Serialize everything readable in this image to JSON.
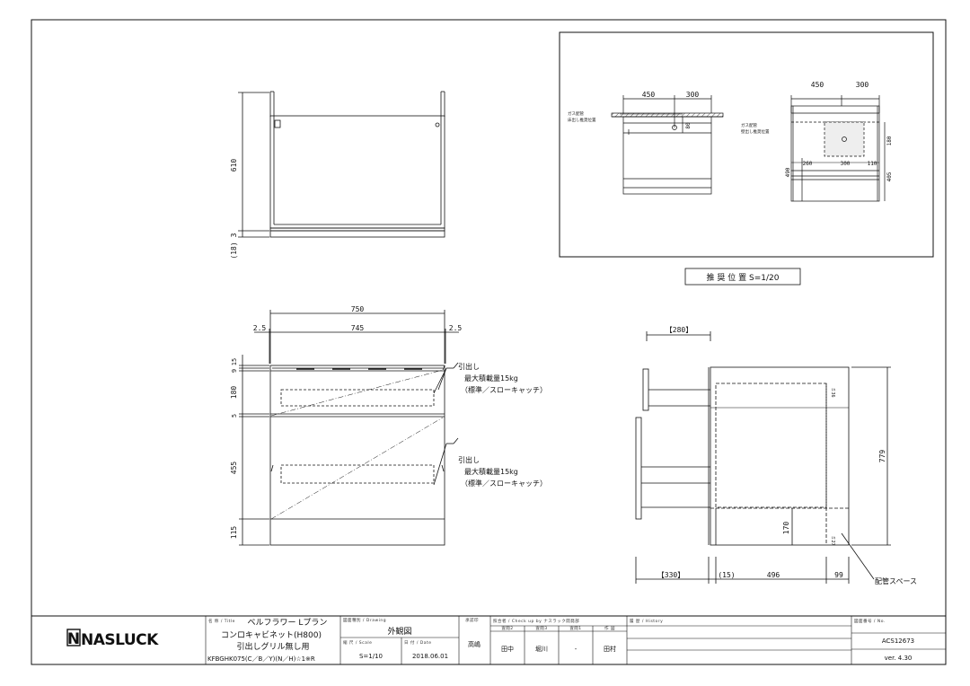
{
  "top_view": {
    "dims": {
      "height": "610",
      "h3": "3",
      "h18": "(18)"
    }
  },
  "recommended": {
    "label": "推 奨 位 置 S=1/20",
    "left": {
      "d450": "450",
      "d300": "300",
      "d80": "80",
      "gas1": "ガス配管",
      "gas2": "床出し推奨位置"
    },
    "right": {
      "d450": "450",
      "d300": "300",
      "d180": "180",
      "d260": "260",
      "d300b": "300",
      "d110": "110",
      "d490": "490",
      "d405": "405",
      "gas1": "ガス配管",
      "gas2": "壁出し推奨位置"
    }
  },
  "front_view": {
    "w750": "750",
    "w745": "745",
    "left25": "2.5",
    "right25": "2.5",
    "h9": "9",
    "h15": "15",
    "h180": "180",
    "h5": "5",
    "h455": "455",
    "h115": "115",
    "drawer1": {
      "title": "引出し",
      "load": "最大積載量15kg",
      "type": "（標準／スローキャッチ）"
    },
    "drawer2": {
      "title": "引出し",
      "load": "最大積載量15kg",
      "type": "（標準／スローキャッチ）"
    }
  },
  "side_view": {
    "d280": "【280】",
    "d330": "【330】",
    "d15": "(15)",
    "d496": "496",
    "d99": "99",
    "h779": "779",
    "h170": "170",
    "small1": "ミ36",
    "small2": "ミ27",
    "pipe_space": "配管スペース"
  },
  "title_block": {
    "logo": "NASLUCK",
    "name_hdr": "名 称 / Title",
    "name1": "ベルフラワー Lプラン",
    "name2": "コンロキャビネット(H800)",
    "name3": "引出しグリル無し用",
    "model": "KFBGHK075(C／B／Y)(N／H)☆1※R",
    "drawing_hdr": "図面種別 / Drawing",
    "drawing": "外観図",
    "scale_hdr": "縮 尺 / Scale",
    "scale": "S=1/10",
    "date_hdr": "日 付 / Date",
    "date": "2018.06.01",
    "approve_hdr": "承認印",
    "approver": "高嶋",
    "check_hdr": "照合者 / Check up by ナスラック開発部",
    "check_cols": [
      "査閲2",
      "査閲3",
      "査閲1",
      "作 図"
    ],
    "checkers": [
      "田中",
      "堀川",
      "-",
      "田村"
    ],
    "history_hdr": "履 歴 / History",
    "no_hdr": "図面番号 / No.",
    "no": "ACS12673",
    "version": "ver. 4.30"
  }
}
